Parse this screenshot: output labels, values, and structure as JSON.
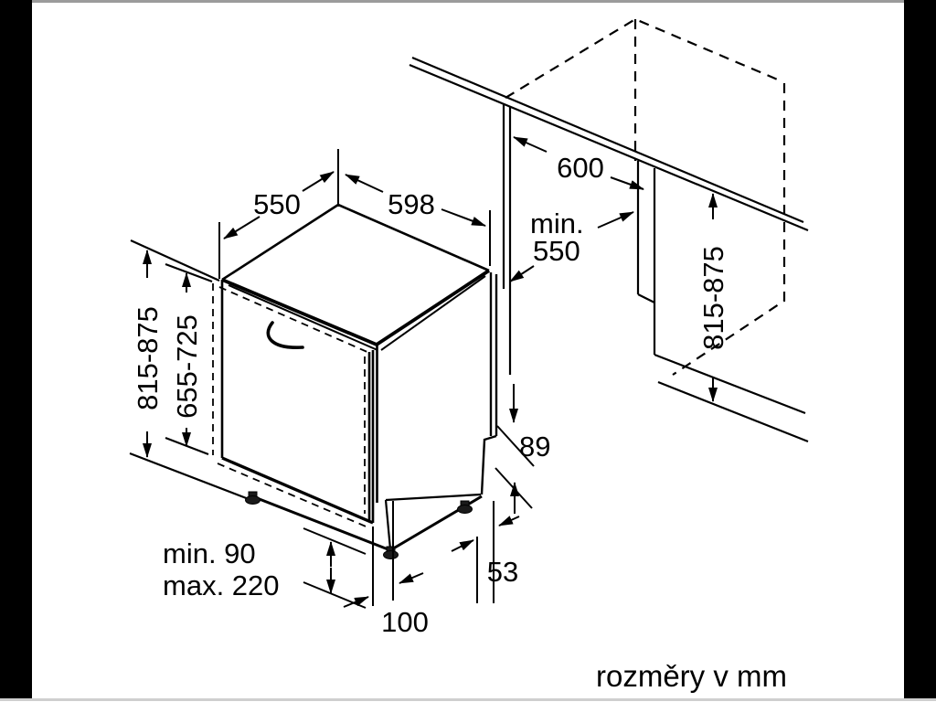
{
  "footer_note": "rozměry v mm",
  "dims": {
    "top_depth": "550",
    "top_width": "598",
    "niche_width": "600",
    "niche_depth_prefix": "min.",
    "niche_depth_value": "550",
    "overall_height_left": "815-875",
    "door_panel_height": "655-725",
    "overall_height_right": "815-875",
    "rear_step_height": "89",
    "rear_step_inset": "53",
    "front_plinth_inset": "100",
    "plinth_height_min": "min. 90",
    "plinth_height_max": "max. 220"
  },
  "colors": {
    "line": "#000000",
    "letterbox": "#000000",
    "background": "#ffffff",
    "window_edge_top": "#9b9b9b",
    "window_edge_bottom": "#cfcfcf"
  }
}
